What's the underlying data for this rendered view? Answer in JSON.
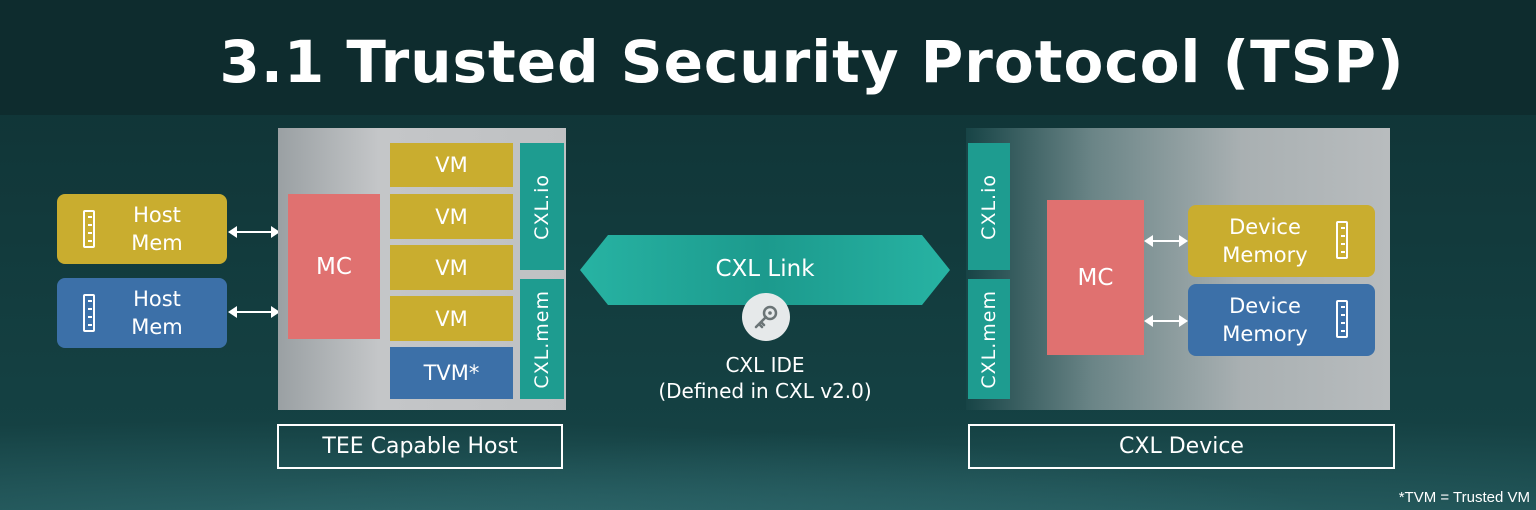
{
  "title": "3.1 Trusted Security Protocol (TSP)",
  "host": {
    "host_mem_1": [
      "Host",
      "Mem"
    ],
    "host_mem_2": [
      "Host",
      "Mem"
    ],
    "mc": "MC",
    "vms": [
      "VM",
      "VM",
      "VM",
      "VM"
    ],
    "tvm": "TVM*",
    "cxl_io": "CXL.io",
    "cxl_mem": "CXL.mem",
    "label": "TEE Capable Host"
  },
  "link": {
    "label": "CXL Link",
    "ide_title": "CXL IDE",
    "ide_note": "(Defined in CXL v2.0)"
  },
  "device": {
    "cxl_io": "CXL.io",
    "cxl_mem": "CXL.mem",
    "mc": "MC",
    "device_mem_1": [
      "Device",
      "Memory"
    ],
    "device_mem_2": [
      "Device",
      "Memory"
    ],
    "label": "CXL Device"
  },
  "footnote": "*TVM = Trusted VM",
  "colors": {
    "gold": "#c9ad2f",
    "blue": "#3c70a8",
    "red": "#e07170",
    "teal": "#1e9c90"
  }
}
